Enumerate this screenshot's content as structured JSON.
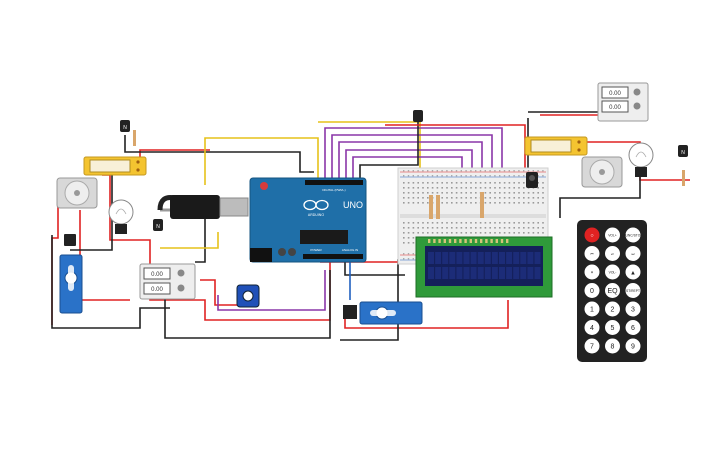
{
  "arduino": {
    "brand": "UNO",
    "sub": "ARDUINO",
    "digital": "DIGITAL (PWM~)",
    "power": "POWER",
    "analog": "ANALOG IN"
  },
  "power_supplies": [
    "0.00",
    "0.00"
  ],
  "remote": {
    "rows": [
      [
        "power",
        "VOL+",
        "FUNC/STOP"
      ],
      [
        "prev",
        "play",
        "next"
      ],
      [
        "down",
        "VOL-",
        "up"
      ],
      [
        "0",
        "EQ",
        "ST/REPT"
      ],
      [
        "1",
        "2",
        "3"
      ],
      [
        "4",
        "5",
        "6"
      ],
      [
        "7",
        "8",
        "9"
      ]
    ]
  },
  "colors": {
    "red": "#e02222",
    "black": "#222222",
    "yellow": "#e6c21a",
    "purple": "#8a36a8",
    "blue": "#2060c0",
    "gray": "#999999",
    "orange": "#e08a18",
    "arduino": "#1f6fa8",
    "lcd": "#2f9a3a",
    "lcd_screen": "#14205a",
    "servo": "#2a72c8",
    "motor": "#d8d8d8",
    "display_board": "#f4c430",
    "remote": "#222222"
  },
  "icons": [
    "transistor-icon",
    "light-bulb-icon",
    "dc-motor-icon",
    "servo-icon",
    "ir-receiver-icon",
    "usb-connector-icon"
  ]
}
